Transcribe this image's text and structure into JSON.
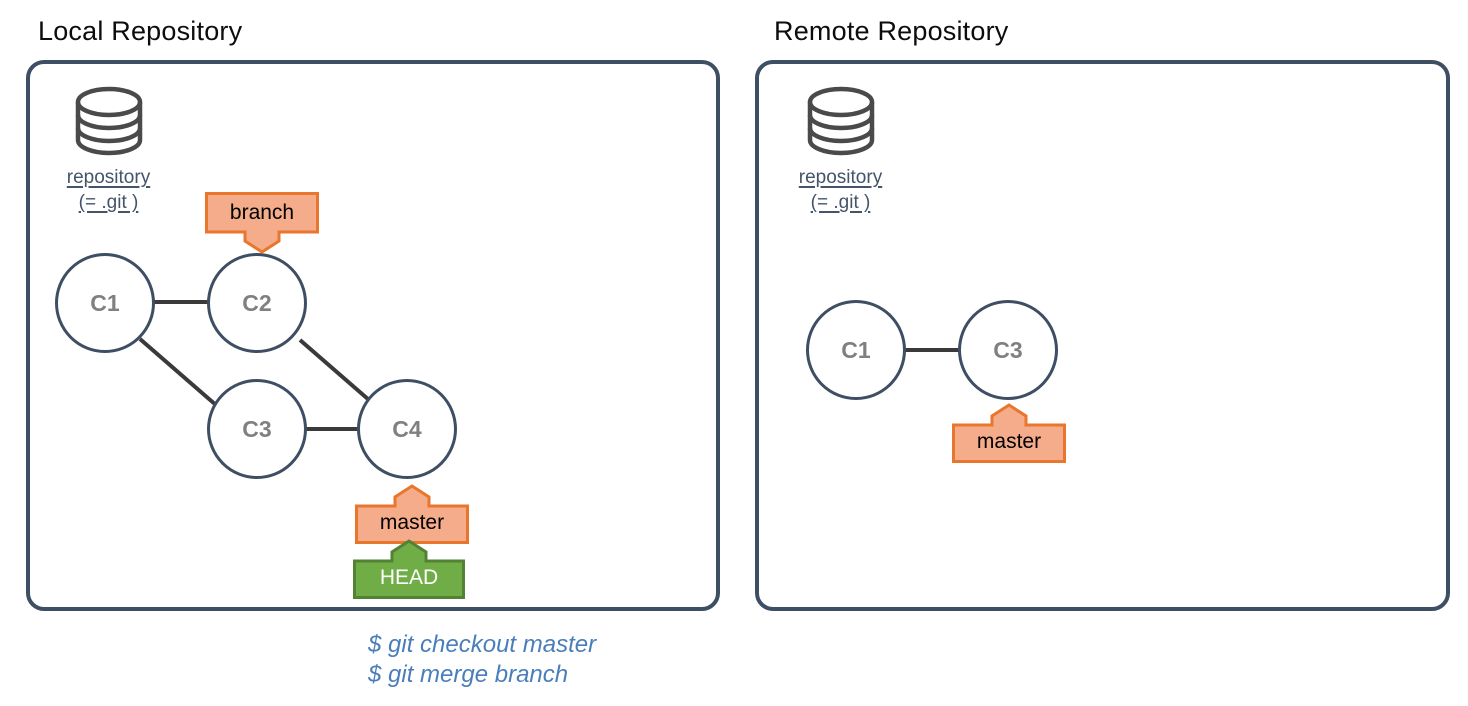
{
  "panels": [
    {
      "id": "local",
      "title": "Local Repository",
      "repo_label_line1": "repository",
      "repo_label_line2": "(= .git )",
      "icon": "database-icon"
    },
    {
      "id": "remote",
      "title": "Remote Repository",
      "repo_label_line1": "repository",
      "repo_label_line2": "(= .git )",
      "icon": "database-icon"
    }
  ],
  "local_graph": {
    "commits": [
      {
        "id": "c1",
        "label": "C1"
      },
      {
        "id": "c2",
        "label": "C2"
      },
      {
        "id": "c3",
        "label": "C3"
      },
      {
        "id": "c4",
        "label": "C4"
      }
    ],
    "edges": [
      {
        "from": "C1",
        "to": "C2"
      },
      {
        "from": "C1",
        "to": "C3"
      },
      {
        "from": "C2",
        "to": "C4"
      },
      {
        "from": "C3",
        "to": "C4"
      }
    ],
    "tags": [
      {
        "id": "branch",
        "label": "branch",
        "points_to": "C2",
        "direction": "down",
        "color": "orange"
      },
      {
        "id": "master",
        "label": "master",
        "points_to": "C4",
        "direction": "up",
        "color": "orange"
      },
      {
        "id": "head",
        "label": "HEAD",
        "points_to": "master",
        "direction": "up",
        "color": "green"
      }
    ]
  },
  "remote_graph": {
    "commits": [
      {
        "id": "c1",
        "label": "C1"
      },
      {
        "id": "c3",
        "label": "C3"
      }
    ],
    "edges": [
      {
        "from": "C1",
        "to": "C3"
      }
    ],
    "tags": [
      {
        "id": "master",
        "label": "master",
        "points_to": "C3",
        "direction": "up",
        "color": "orange"
      }
    ]
  },
  "commands": {
    "line1": "$ git checkout master",
    "line2": "$ git merge branch"
  },
  "colors": {
    "panel_border": "#3e4e63",
    "commit_stroke": "#3e4e63",
    "commit_text": "#808080",
    "edge": "#3a3a3a",
    "tag_orange_fill": "#f5ac8b",
    "tag_orange_stroke": "#e8762c",
    "tag_green_fill": "#70ad47",
    "tag_green_stroke": "#548235",
    "repo_label": "#44546a",
    "command_text": "#4a7ebb",
    "database_icon": "#4a4a4a",
    "title_text": "#0d0d0d"
  }
}
